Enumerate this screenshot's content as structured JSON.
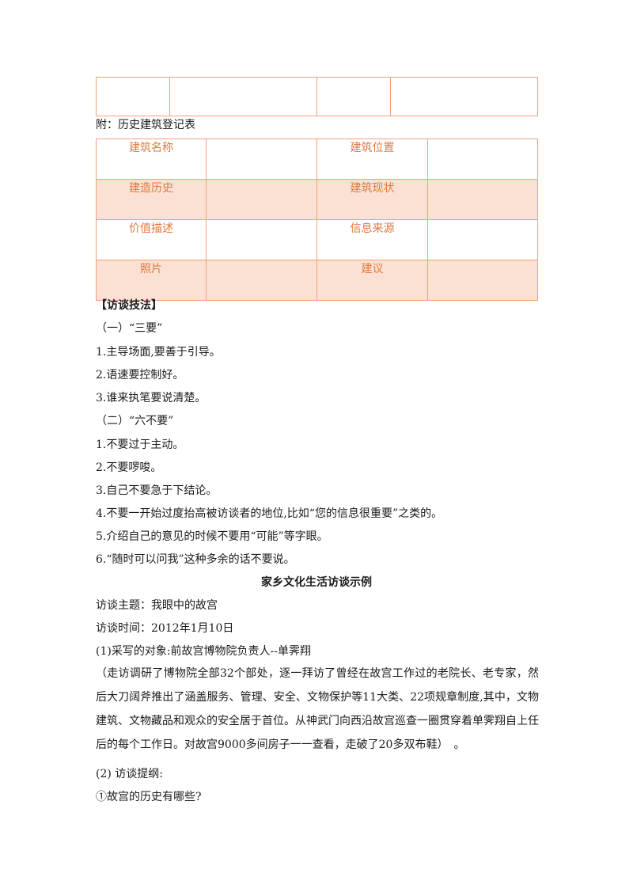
{
  "appendix_caption": "附：历史建筑登记表",
  "registration_table": {
    "rows": [
      {
        "left_label": "建筑名称",
        "right_label": "建筑位置"
      },
      {
        "left_label": "建造历史",
        "right_label": "建筑现状"
      },
      {
        "left_label": "价值描述",
        "right_label": "信息来源"
      },
      {
        "left_label": "照片",
        "right_label": "建议"
      }
    ]
  },
  "techniques": {
    "heading": "【访谈技法】",
    "section1_title": "（一）“三要”",
    "section1_items": [
      "1.主导场面,要善于引导。",
      "2.语速要控制好。",
      "3.谁来执笔要说清楚。"
    ],
    "section2_title": "（二）“六不要”",
    "section2_items": [
      "1.不要过于主动。",
      "2.不要啰唆。",
      "3.自己不要急于下结论。",
      "4.不要一开始过度抬高被访谈者的地位,比如“您的信息很重要”之类的。",
      "5.介绍自己的意见的时候不要用“可能”等字眼。",
      "6.“随时可以问我”这种多余的话不要说。"
    ]
  },
  "example": {
    "title": "家乡文化生活访谈示例",
    "topic": "访谈主题：我眼中的故宫",
    "time": "访谈时间：2012年1月10日",
    "subject": "(1)采写的对象:前故宫博物院负责人--单霁翔",
    "description": "（走访调研了博物院全部32个部处，逐一拜访了曾经在故宫工作过的老院长、老专家，然后大刀阔斧推出了涵盖服务、管理、安全、文物保护等11大类、22项规章制度,其中，文物建筑、文物藏品和观众的安全居于首位。从神武门向西沿故宫巡查一圈贯穿着单霁翔自上任后的每个工作日。对故宫9000多间房子一一查看，走破了20多双布鞋）　。",
    "outline_title": "(2) 访谈提纲:",
    "outline_items": [
      "①故宫的历史有哪些?"
    ]
  }
}
